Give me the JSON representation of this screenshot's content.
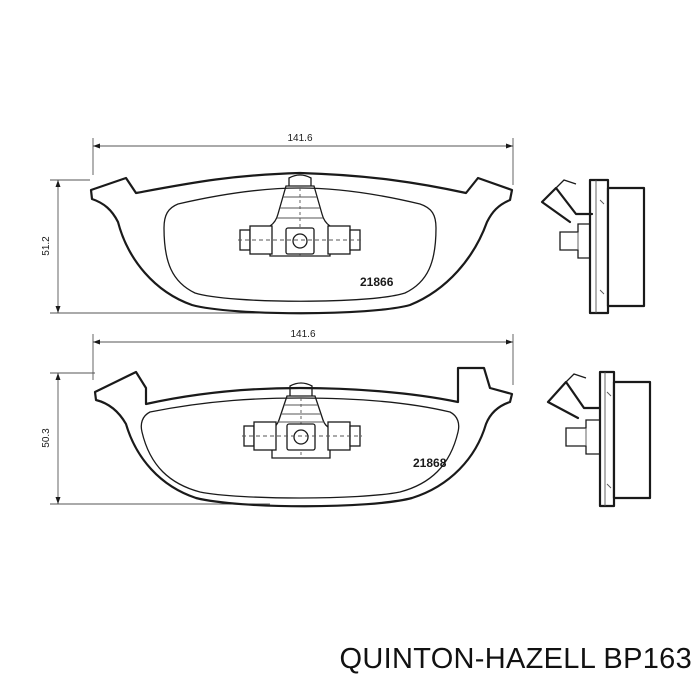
{
  "caption": "QUINTON-HAZELL BP163",
  "pads": [
    {
      "part_number": "21866",
      "width_label": "141.6",
      "height_label": "51.2"
    },
    {
      "part_number": "21868",
      "width_label": "141.6",
      "height_label": "50.3"
    }
  ],
  "colors": {
    "line": "#1a1a1a",
    "background": "#ffffff"
  }
}
